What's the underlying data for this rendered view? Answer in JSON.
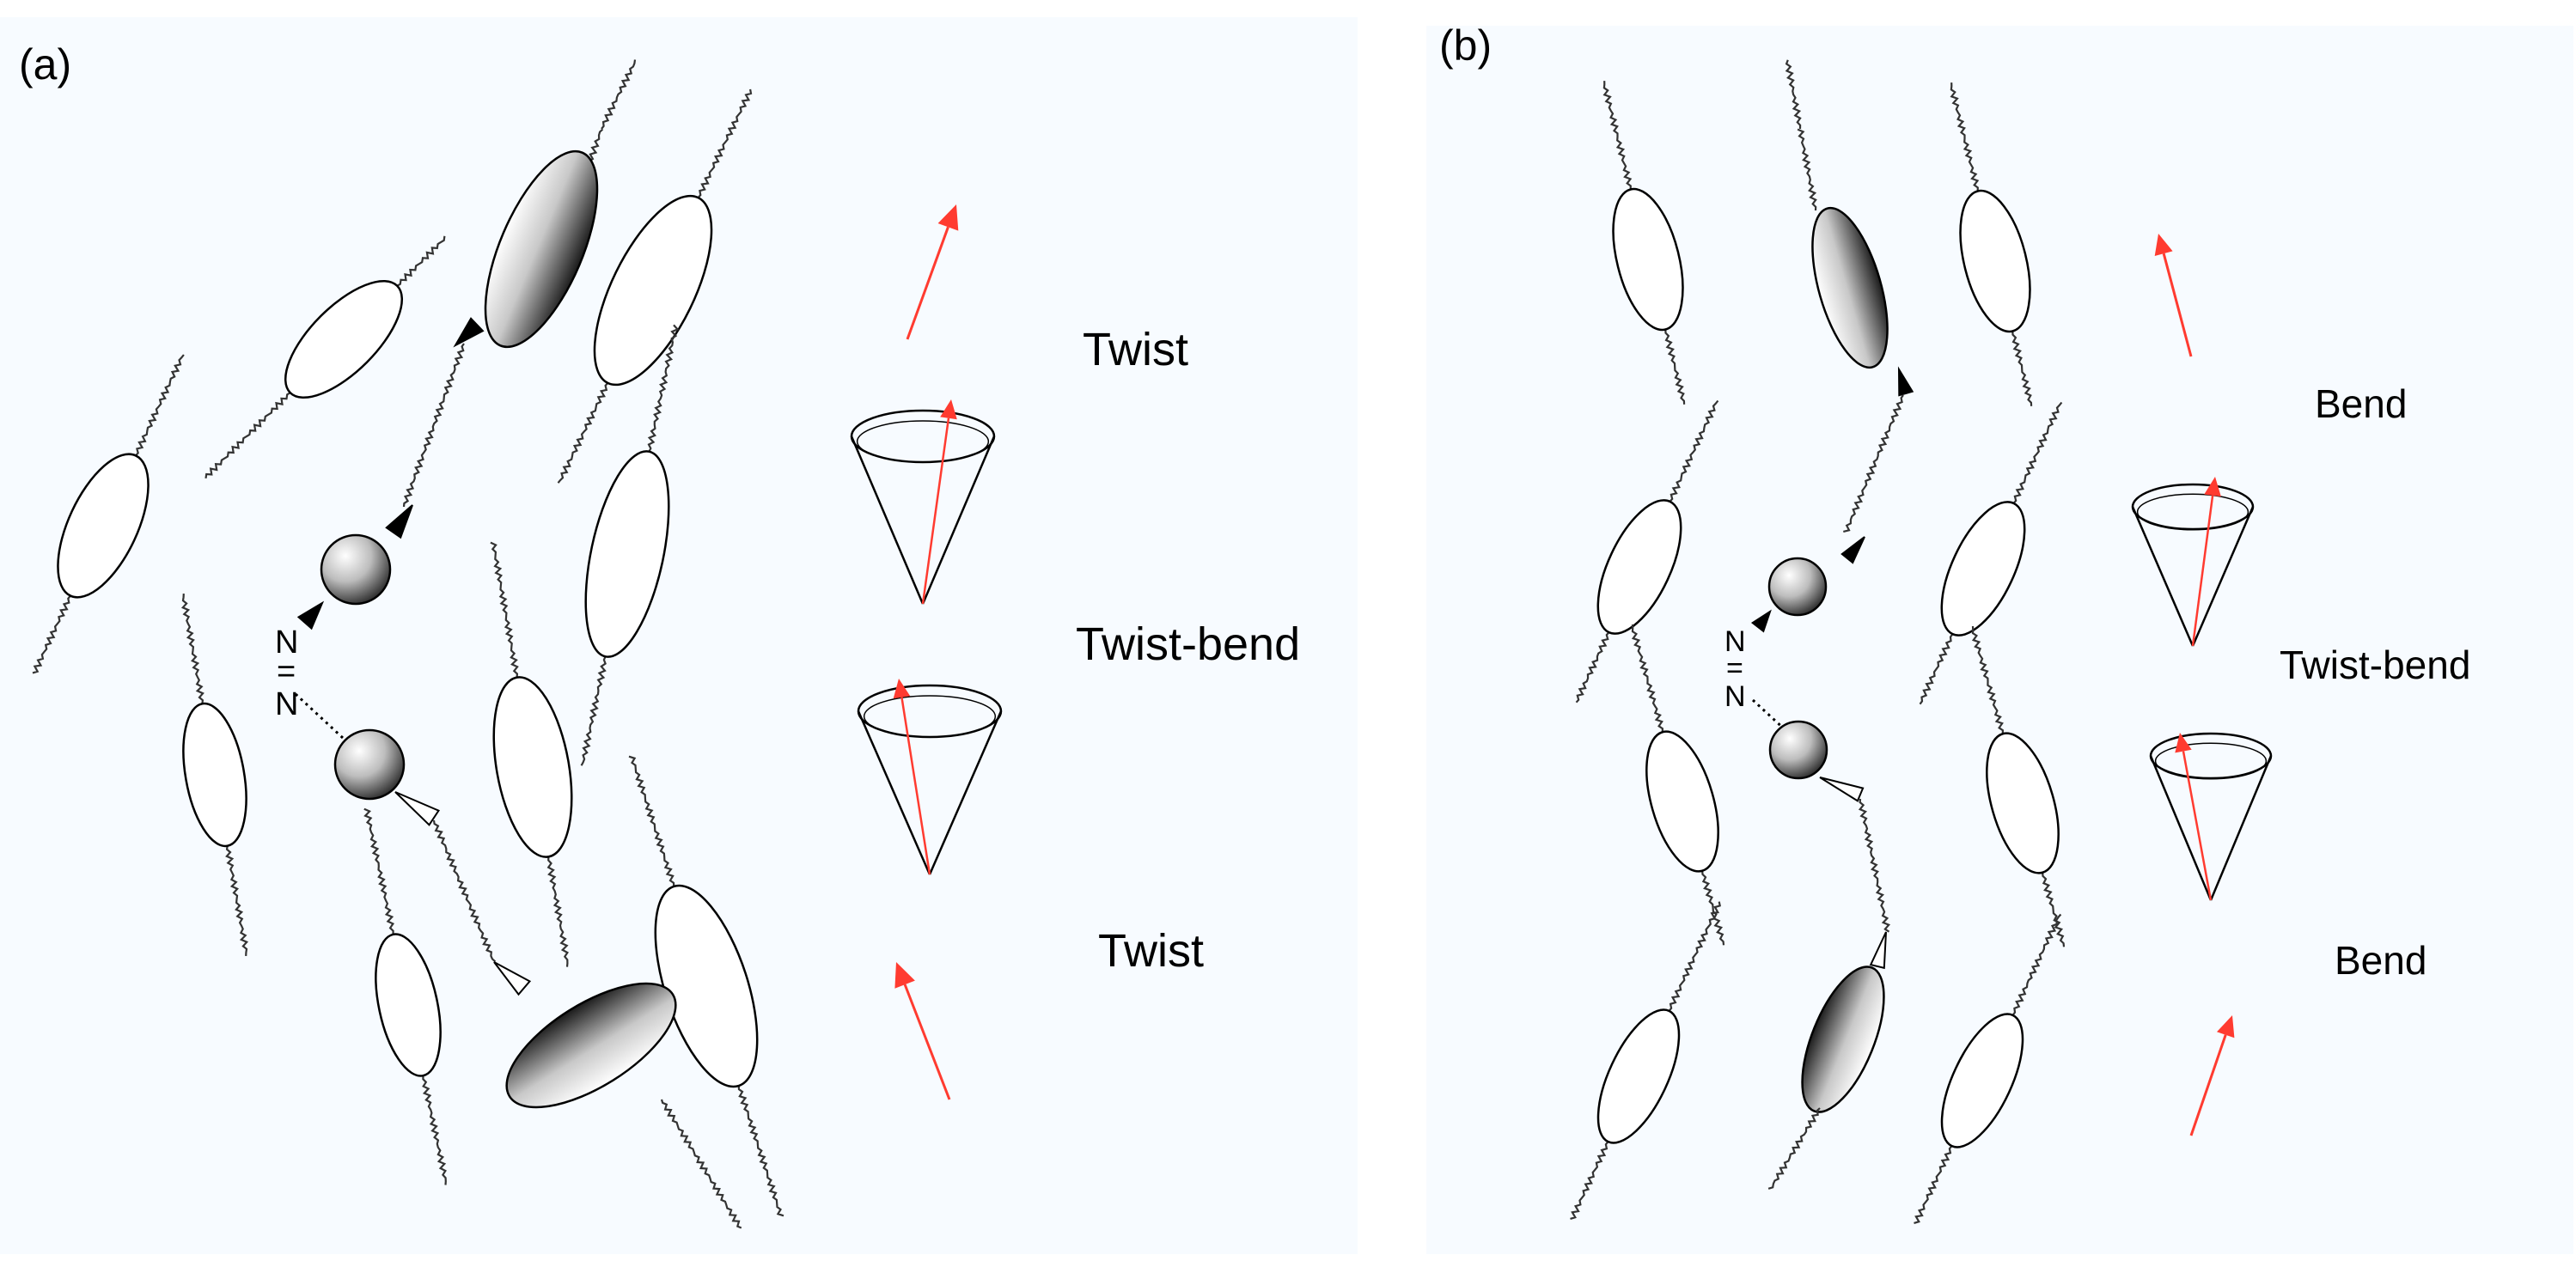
{
  "panels": [
    {
      "letter": "(a)",
      "labels": {
        "upper": "Twist",
        "middle": "Twist-bend",
        "lower": "Twist"
      }
    },
    {
      "letter": "(b)",
      "labels": {
        "upper": "Bend",
        "middle": "Twist-bend",
        "lower": "Bend"
      }
    }
  ],
  "azo_bond": {
    "upper_atom": "N",
    "bond": "=",
    "lower_atom": "N"
  },
  "colors": {
    "arrow": "#ff3b30",
    "panel_background": "#f7fbff",
    "outline": "#000000",
    "chain": "#333333"
  }
}
